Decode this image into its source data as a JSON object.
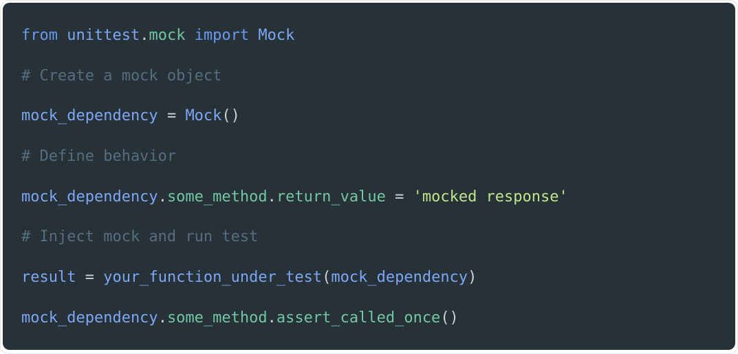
{
  "colors": {
    "background": "#263138",
    "page": "#FFFFFF",
    "page_border": "#E3E6EA",
    "kw": "#6B99EE",
    "id": "#7EA6F3",
    "pr": "#74C6A2",
    "st": "#BFE58B",
    "co": "#566E7D",
    "pu": "#C9D3DD",
    "pl": "#C9D3DD"
  },
  "token_type_names": {
    "kw": "keyword",
    "id": "identifier",
    "pr": "property",
    "st": "string",
    "co": "comment",
    "pu": "punctuation",
    "pl": "plain"
  },
  "code": {
    "language": "python",
    "lines": [
      {
        "tokens": [
          {
            "c": "kw",
            "t": "from"
          },
          {
            "c": "pl",
            "t": " "
          },
          {
            "c": "id",
            "t": "unittest"
          },
          {
            "c": "pu",
            "t": "."
          },
          {
            "c": "pr",
            "t": "mock"
          },
          {
            "c": "pl",
            "t": " "
          },
          {
            "c": "kw",
            "t": "import"
          },
          {
            "c": "pl",
            "t": " "
          },
          {
            "c": "id",
            "t": "Mock"
          }
        ]
      },
      {
        "tokens": [
          {
            "c": "co",
            "t": "# Create a mock object"
          }
        ]
      },
      {
        "tokens": [
          {
            "c": "id",
            "t": "mock_dependency"
          },
          {
            "c": "pl",
            "t": " "
          },
          {
            "c": "pu",
            "t": "="
          },
          {
            "c": "pl",
            "t": " "
          },
          {
            "c": "id",
            "t": "Mock"
          },
          {
            "c": "pu",
            "t": "()"
          }
        ]
      },
      {
        "tokens": [
          {
            "c": "co",
            "t": "# Define behavior"
          }
        ]
      },
      {
        "tokens": [
          {
            "c": "id",
            "t": "mock_dependency"
          },
          {
            "c": "pu",
            "t": "."
          },
          {
            "c": "pr",
            "t": "some_method"
          },
          {
            "c": "pu",
            "t": "."
          },
          {
            "c": "pr",
            "t": "return_value"
          },
          {
            "c": "pl",
            "t": " "
          },
          {
            "c": "pu",
            "t": "="
          },
          {
            "c": "pl",
            "t": " "
          },
          {
            "c": "st",
            "t": "'mocked response'"
          }
        ]
      },
      {
        "tokens": [
          {
            "c": "co",
            "t": "# Inject mock and run test"
          }
        ]
      },
      {
        "tokens": [
          {
            "c": "id",
            "t": "result"
          },
          {
            "c": "pl",
            "t": " "
          },
          {
            "c": "pu",
            "t": "="
          },
          {
            "c": "pl",
            "t": " "
          },
          {
            "c": "id",
            "t": "your_function_under_test"
          },
          {
            "c": "pu",
            "t": "("
          },
          {
            "c": "id",
            "t": "mock_dependency"
          },
          {
            "c": "pu",
            "t": ")"
          }
        ]
      },
      {
        "tokens": [
          {
            "c": "id",
            "t": "mock_dependency"
          },
          {
            "c": "pu",
            "t": "."
          },
          {
            "c": "pr",
            "t": "some_method"
          },
          {
            "c": "pu",
            "t": "."
          },
          {
            "c": "pr",
            "t": "assert_called_once"
          },
          {
            "c": "pu",
            "t": "()"
          }
        ]
      }
    ]
  }
}
